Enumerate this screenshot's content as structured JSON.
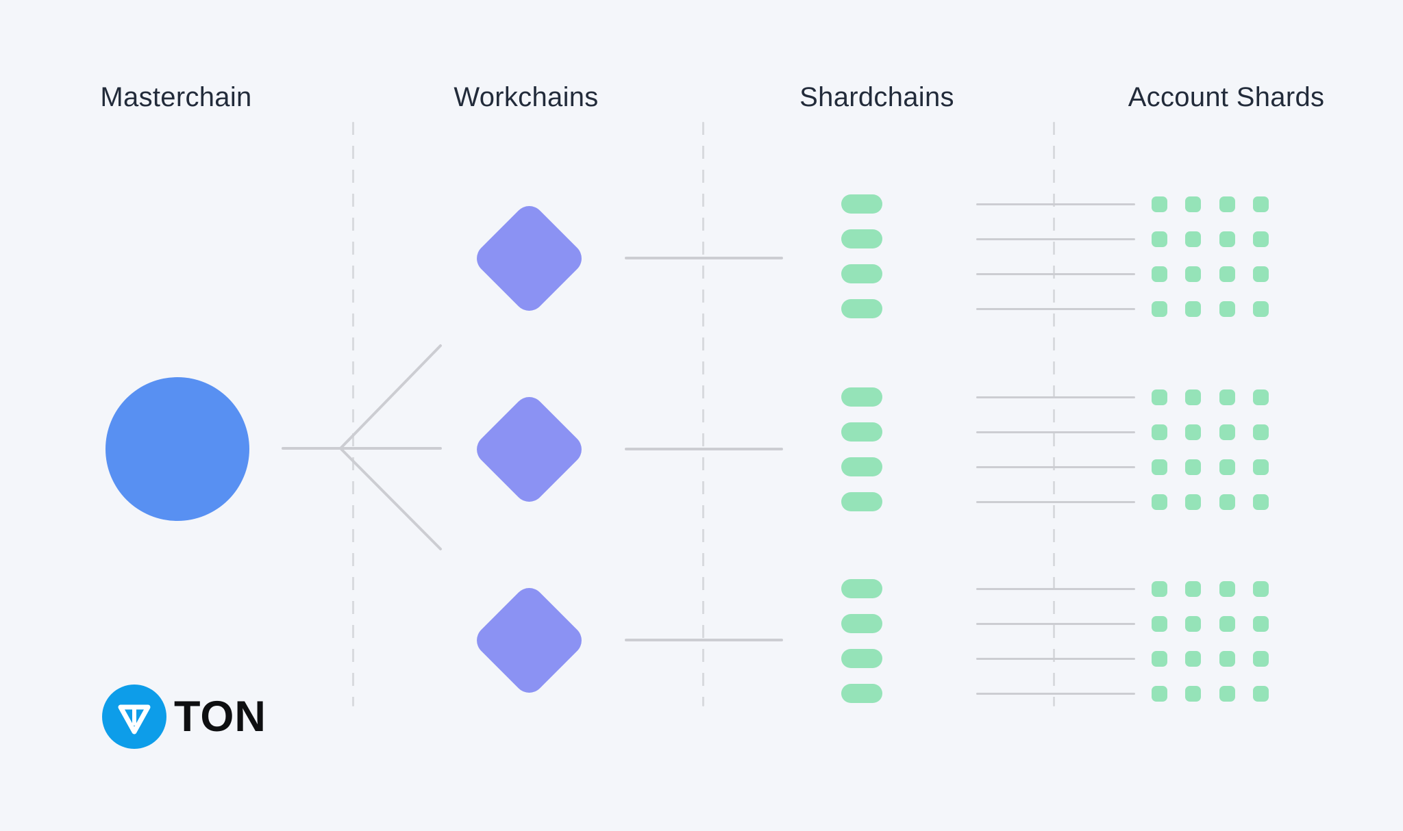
{
  "columns": [
    {
      "title": "Masterchain"
    },
    {
      "title": "Workchains"
    },
    {
      "title": "Shardchains"
    },
    {
      "title": "Account Shards"
    }
  ],
  "masterchain": {
    "chain_count": 1
  },
  "workchains": {
    "count": 3
  },
  "shardchains": {
    "groups": 3,
    "blocks_per_group": 4
  },
  "account_shards": {
    "groups": 3,
    "rows": 4,
    "cols": 4
  },
  "logo": {
    "text": "TON"
  },
  "colors": {
    "background": "#f4f6fa",
    "masterchain_blue": "#5890f2",
    "workchain_purple": "#8b92f3",
    "shard_green": "#95e3b8",
    "line_gray": "#cccdd2",
    "dashed_gray": "#d8dade",
    "heading_text": "#222b3a",
    "logo_blue": "#0d9de9",
    "logo_glyph": "#ffffff",
    "logo_text": "#0e0f11"
  }
}
